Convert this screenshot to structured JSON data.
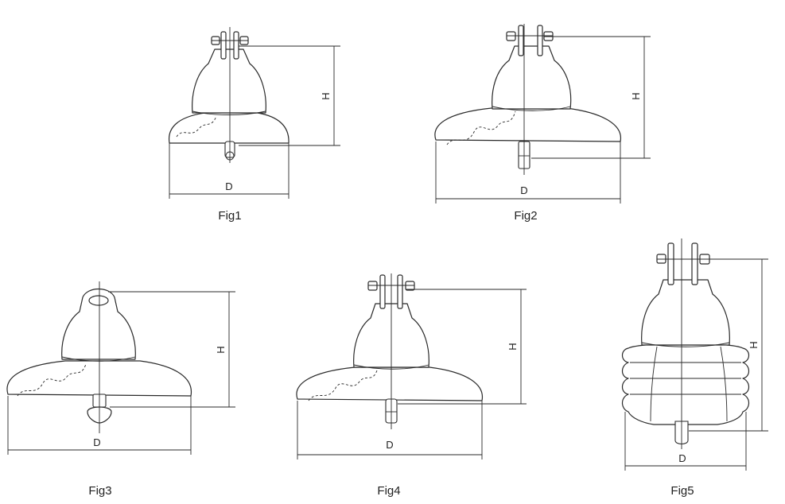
{
  "figures": [
    {
      "caption": "Fig1",
      "width_label": "D",
      "height_label": "H"
    },
    {
      "caption": "Fig2",
      "width_label": "D",
      "height_label": "H"
    },
    {
      "caption": "Fig3",
      "width_label": "D",
      "height_label": "H"
    },
    {
      "caption": "Fig4",
      "width_label": "D",
      "height_label": "H"
    },
    {
      "caption": "Fig5",
      "width_label": "D",
      "height_label": "H"
    }
  ],
  "colors": {
    "line": "#2a2a2a",
    "background": "#ffffff"
  }
}
